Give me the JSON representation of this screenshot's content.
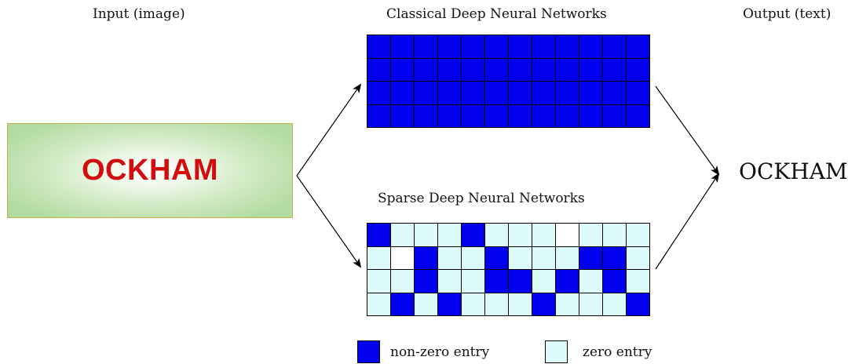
{
  "labels": {
    "input": "Input (image)",
    "classical": "Classical Deep Neural Networks",
    "output": "Output (text)",
    "sparse": "Sparse Deep Neural Networks"
  },
  "input_image_text": "OCKHAM",
  "output_text": "OCKHAM",
  "legend": {
    "nonzero": "non-zero entry",
    "zero": "zero entry"
  },
  "colors": {
    "nonzero": "#0000ee",
    "zero": "#dcfafa",
    "empty": "#ffffff",
    "image_text": "#d30d0d"
  },
  "classical_matrix": [
    [
      1,
      1,
      1,
      1,
      1,
      1,
      1,
      1,
      1,
      1,
      1,
      1
    ],
    [
      1,
      1,
      1,
      1,
      1,
      1,
      1,
      1,
      1,
      1,
      1,
      1
    ],
    [
      1,
      1,
      1,
      1,
      1,
      1,
      1,
      1,
      1,
      1,
      1,
      1
    ],
    [
      1,
      1,
      1,
      1,
      1,
      1,
      1,
      1,
      1,
      1,
      1,
      1
    ]
  ],
  "sparse_matrix": [
    [
      1,
      0,
      0,
      0,
      1,
      0,
      0,
      0,
      2,
      0,
      0,
      0
    ],
    [
      0,
      2,
      1,
      0,
      0,
      1,
      0,
      0,
      0,
      1,
      1,
      0
    ],
    [
      0,
      0,
      1,
      0,
      0,
      1,
      1,
      0,
      1,
      0,
      1,
      0
    ],
    [
      0,
      1,
      0,
      1,
      0,
      0,
      0,
      1,
      0,
      0,
      0,
      1
    ]
  ]
}
